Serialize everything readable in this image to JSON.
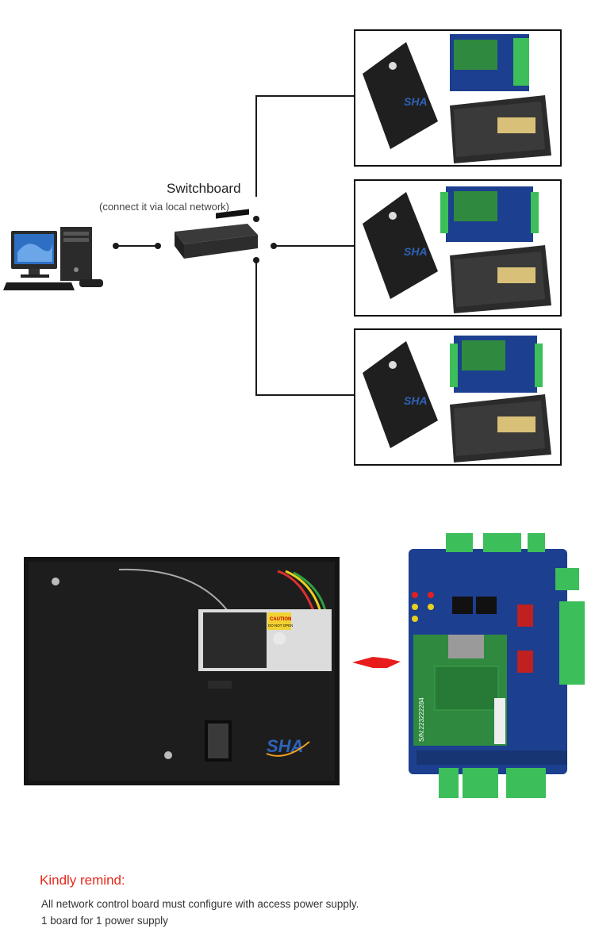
{
  "switchboard": {
    "title": "Switchboard",
    "subtitle": "(connect it via local network)"
  },
  "device_brand": "SHA",
  "controller_board": {
    "serial_label": "S/N:223222284",
    "caution_label": "CAUTION",
    "caution_text": "DO NOT OPEN"
  },
  "reminder": {
    "title": "Kindly remind:",
    "lines": [
      "All network control board must configure with access power supply.",
      "1 board for 1 power supply"
    ]
  },
  "colors": {
    "remind_title": "#e8291c",
    "board_blue": "#1c3f8f",
    "pcb_green": "#2f8a3f",
    "terminal_green": "#3cbf5a",
    "pointer_red": "#e81c1c"
  }
}
